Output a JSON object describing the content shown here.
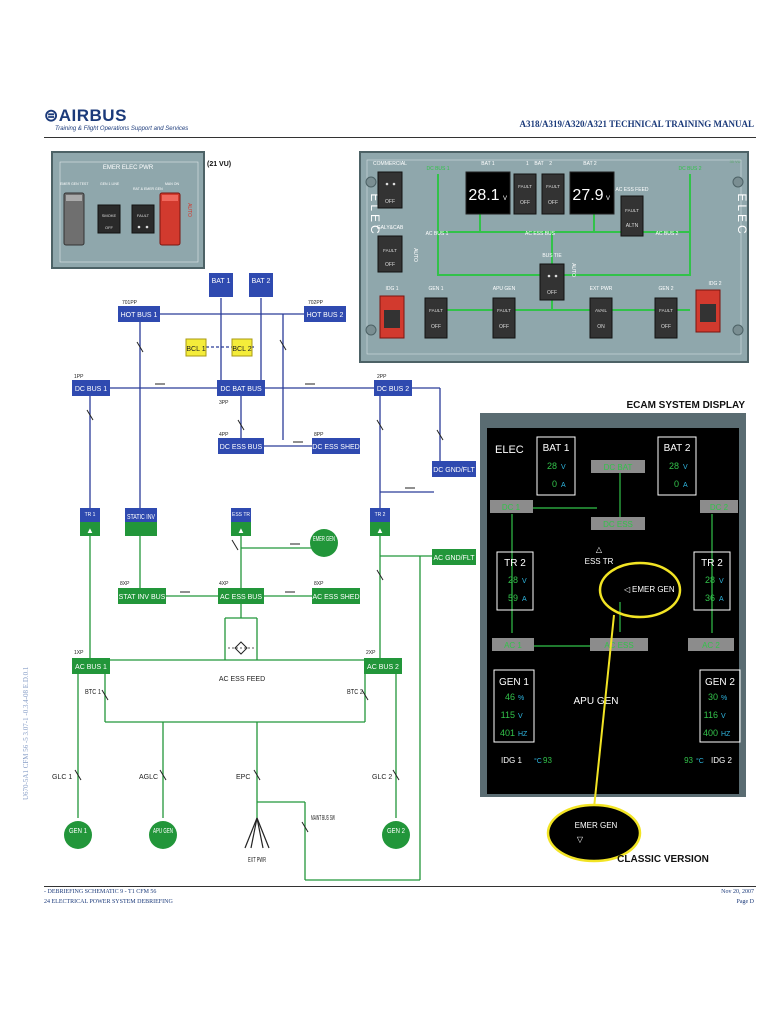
{
  "header": {
    "logo_text": "AIRBUS",
    "logo_subtitle": "Training & Flight Operations Support and Services",
    "manual_title": "A318/A319/A320/A321 TECHNICAL TRAINING MANUAL"
  },
  "side_text": "U670-5A1 CFM 56 -5 3.07-1 -0.3.4-08 E.D.0.1",
  "footer": {
    "left_line1": "- DEBRIEFING SCHEMATIC 9 - T1 CFM 56",
    "left_line2": "24 ELECTRICAL POWER SYSTEM DEBRIEFING",
    "right_line1": "Nov 20, 2007",
    "right_line2": "Page D"
  },
  "emer_panel": {
    "title": "EMER ELEC PWR",
    "vu_label": "(21 VU)",
    "test_label": "EMER GEN TEST",
    "gen1_line_label": "GEN 1 LINE",
    "rat_label": "RAT & EMER GEN",
    "man_on_label": "MAN ON",
    "smoke_text": "SMOKE",
    "off_text": "OFF",
    "fault_text": "FAULT",
    "auto_text": "AUTO"
  },
  "elec_panel": {
    "side_text": "ELEC",
    "vu_label": "35 VU",
    "commercial": "COMMERCIAL",
    "galy_cab": "GALY&CAB",
    "dc_bus1": "DC BUS 1",
    "dc_bus2": "DC BUS 2",
    "bat1": "BAT 1",
    "bat2": "BAT 2",
    "bat_center": "1    BAT    2",
    "bat1_value": "28.1",
    "bat2_value": "27.9",
    "volt_unit": "V",
    "ac_ess_feed": "AC ESS FEED",
    "ac_ess_bus": "AC ESS BUS",
    "ac_bus1": "AC BUS 1",
    "ac_bus2": "AC BUS 2",
    "bus_tie": "BUS TIE",
    "idg1": "IDG 1",
    "idg2": "IDG 2",
    "gen1": "GEN 1",
    "gen2": "GEN 2",
    "apu_gen": "APU GEN",
    "ext_pwr": "EXT PWR",
    "fault": "FAULT",
    "off": "OFF",
    "altn": "ALTN",
    "avail": "AVAIL",
    "on": "ON",
    "auto": "AUTO"
  },
  "ecam": {
    "title": "ECAM SYSTEM DISPLAY",
    "elec": "ELEC",
    "bat1": "BAT 1",
    "bat2": "BAT 2",
    "bat1_v": "28",
    "bat1_a": "0",
    "bat2_v": "28",
    "bat2_a": "0",
    "dc_bat": "DC BAT",
    "dc1": "DC 1",
    "dc2": "DC 2",
    "dc_ess": "DC ESS",
    "ess_tr": "ESS TR",
    "tr2_left": "TR 2",
    "tr2_left_v": "28",
    "tr2_left_a": "59",
    "tr2_right": "TR 2",
    "tr2_right_v": "28",
    "tr2_right_a": "36",
    "emer_gen": "EMER GEN",
    "ac1": "AC 1",
    "ac2": "AC 2",
    "ac_ess": "AC ESS",
    "gen1": "GEN 1",
    "gen1_pct": "46",
    "gen1_v": "115",
    "gen1_hz": "401",
    "gen2": "GEN 2",
    "gen2_pct": "30",
    "gen2_v": "116",
    "gen2_hz": "400",
    "apu_gen": "APU GEN",
    "idg1": "IDG 1",
    "idg1_temp": "93",
    "idg2": "IDG 2",
    "idg2_temp": "93",
    "unit_v": "V",
    "unit_a": "A",
    "unit_pct": "%",
    "unit_hz": "HZ",
    "unit_c": "°C",
    "classic_version": "CLASSIC VERSION",
    "classic_emer_gen": "EMER GEN"
  },
  "schematic": {
    "bat1": "BAT 1",
    "bat2": "BAT 2",
    "p701": "701PP",
    "p702": "702PP",
    "hot_bus1": "HOT BUS 1",
    "hot_bus2": "HOT BUS 2",
    "bcl1": "BCL 1",
    "bcl2": "BCL 2",
    "p1": "1PP",
    "p2": "2PP",
    "p3": "3PP",
    "p4": "4PP",
    "p8": "8PP",
    "dc_bus1": "DC BUS 1",
    "dc_bat_bus": "DC BAT BUS",
    "dc_bus2": "DC BUS 2",
    "dc_ess_bus": "DC ESS BUS",
    "dc_ess_shed": "DC ESS SHED",
    "dc_gnd_flt": "DC GND/FLT",
    "tr1": "TR 1",
    "static_inv": "STATIC INV",
    "ess_tr": "ESS TR",
    "tr2": "TR 2",
    "emer_gen": "EMER GEN",
    "ac_gnd_flt": "AC GND/FLT",
    "x8": "8XP",
    "x4": "4XP",
    "x8b": "8XP",
    "stat_inv_bus": "STAT INV BUS",
    "ac_ess_bus": "AC ESS BUS",
    "ac_ess_shed": "AC ESS SHED",
    "x1": "1XP",
    "x2": "2XP",
    "ac_bus1": "AC BUS 1",
    "ac_bus2": "AC BUS 2",
    "ac_ess_feed": "AC ESS FEED",
    "btc1": "BTC 1",
    "btc2": "BTC 2",
    "glc1": "GLC 1",
    "aglc": "AGLC",
    "epc": "EPC",
    "glc2": "GLC 2",
    "maint_bus_sw": "MAINT BUS SW",
    "gen1": "GEN 1",
    "apu_gen": "APU GEN",
    "ext_pwr": "EXT PWR",
    "gen2": "GEN 2"
  }
}
